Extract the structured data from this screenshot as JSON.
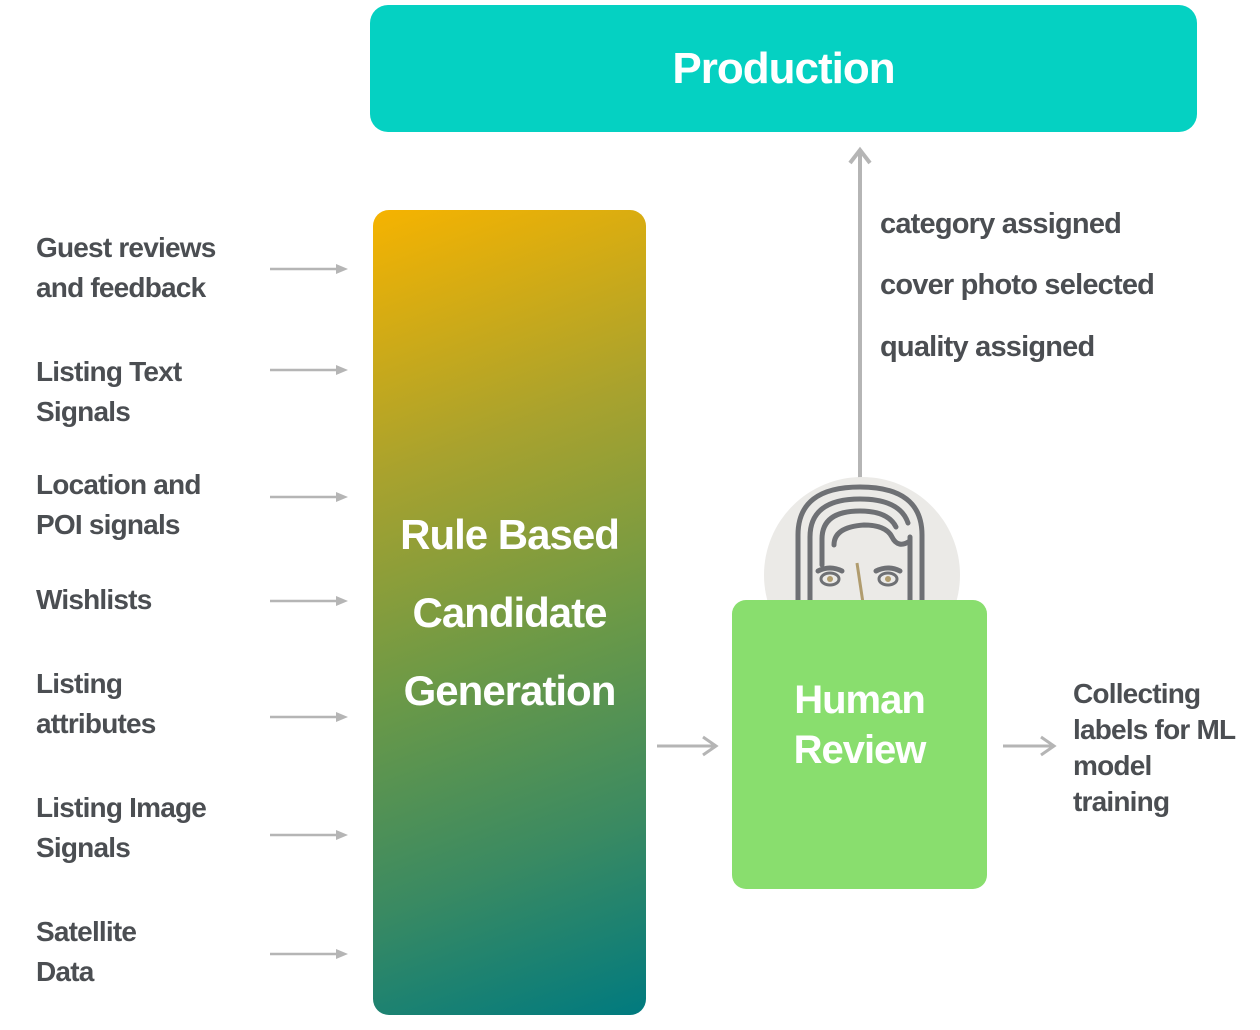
{
  "production": {
    "label": "Production",
    "color": "#05d1c2"
  },
  "inputs": [
    {
      "line1": "Guest reviews",
      "line2": "and feedback"
    },
    {
      "line1": "Listing Text",
      "line2": "Signals"
    },
    {
      "line1": "Location and",
      "line2": "POI signals"
    },
    {
      "line1": "Wishlists",
      "line2": ""
    },
    {
      "line1": "Listing",
      "line2": "attributes"
    },
    {
      "line1": "Listing Image",
      "line2": "Signals"
    },
    {
      "line1": "Satellite",
      "line2": "Data"
    }
  ],
  "candidate_generation": {
    "line1": "Rule Based",
    "line2": "Candidate",
    "line3": "Generation"
  },
  "human_review": {
    "line1": "Human",
    "line2": "Review",
    "color": "#89de6e",
    "icon": "reviewer-face-icon"
  },
  "outputs": [
    "category assigned",
    "cover photo selected",
    "quality assigned"
  ],
  "side_output": {
    "line1": "Collecting",
    "line2": "labels for ML",
    "line3": "model",
    "line4": "training"
  }
}
